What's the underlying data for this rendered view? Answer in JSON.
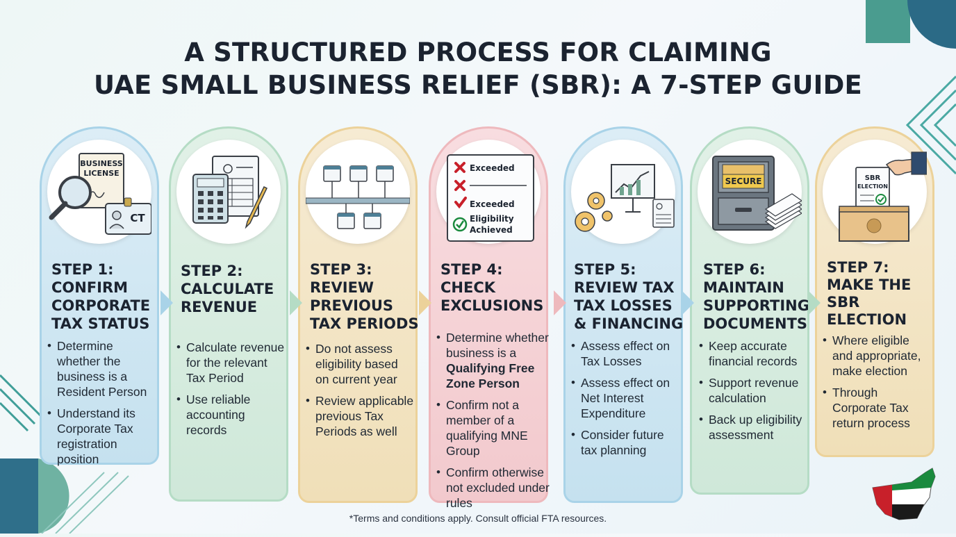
{
  "title": {
    "line1": "A STRUCTURED PROCESS FOR CLAIMING",
    "line2": "UAE SMALL BUSINESS RELIEF (SBR): A 7-STEP GUIDE"
  },
  "steps": [
    {
      "title_lines": [
        "STEP 1:",
        "CONFIRM",
        "CORPORATE",
        "TAX STATUS"
      ],
      "bullets": [
        "Determine whether the business is a Resident Person",
        "Understand its Corporate Tax registration position"
      ],
      "icon": {
        "license_line1": "BUSINESS",
        "license_line2": "LICENSE",
        "badge": "CT"
      },
      "color": "#a9d3e8"
    },
    {
      "title_lines": [
        "STEP 2:",
        "CALCULATE",
        "REVENUE"
      ],
      "bullets": [
        "Calculate revenue for the relevant Tax Period",
        "Use reliable accounting records"
      ],
      "color": "#b5dcc5"
    },
    {
      "title_lines": [
        "STEP 3:",
        "REVIEW",
        "PREVIOUS",
        "TAX PERIODS"
      ],
      "bullets": [
        "Do not assess eligibility based on current year",
        "Review applicable previous Tax Periods as well"
      ],
      "color": "#ecd29a"
    },
    {
      "title_lines": [
        "STEP 4:",
        "CHECK",
        "EXCLUSIONS"
      ],
      "bullets_rich": [
        {
          "text": "Determine whether business is a ",
          "bold": "Qualifying Free Zone Person"
        },
        {
          "text": "Confirm not a member of a qualifying MNE Group",
          "bold": ""
        },
        {
          "text": "Confirm otherwise not excluded under rules",
          "bold": ""
        }
      ],
      "icon": {
        "row1": "Exceeded",
        "row3": "Exceeded",
        "row4a": "Eligibility",
        "row4b": "Achieved"
      },
      "color": "#eeb9bd"
    },
    {
      "title_lines": [
        "STEP 5:",
        "REVIEW TAX",
        "TAX LOSSES",
        "& FINANCING"
      ],
      "bullets": [
        "Assess effect on Tax Losses",
        "Assess effect on Net Interest Expenditure",
        "Consider future tax planning"
      ],
      "color": "#a9d3e8"
    },
    {
      "title_lines": [
        "STEP 6:",
        "MAINTAIN",
        "SUPPORTING",
        "DOCUMENTS"
      ],
      "bullets": [
        "Keep accurate financial records",
        "Support revenue calculation",
        "Back up eligibility assessment"
      ],
      "icon": {
        "label": "SECURE"
      },
      "color": "#b5dcc5"
    },
    {
      "title_lines": [
        "STEP 7:",
        "MAKE THE",
        "SBR",
        "ELECTION"
      ],
      "bullets": [
        "Where eligible and appropriate, make election",
        "Through Corporate Tax return process"
      ],
      "icon": {
        "label1": "SBR",
        "label2": "ELECTION"
      },
      "color": "#ecd29a"
    }
  ],
  "footnote": "*Terms and conditions apply. Consult official FTA resources."
}
